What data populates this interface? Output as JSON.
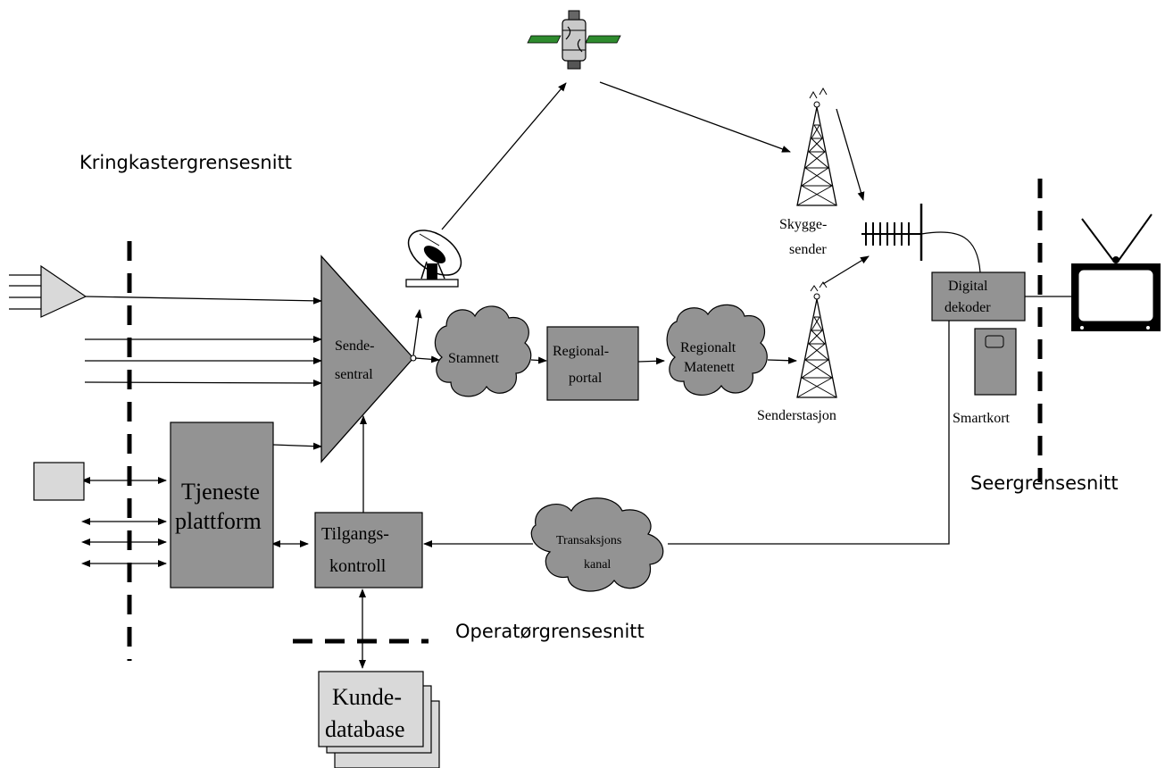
{
  "interfaces": {
    "broadcaster": "Kringkastergrensesnitt",
    "viewer": "Seergrensesnitt",
    "operator": "Operatørgrensesnitt"
  },
  "nodes": {
    "sendesentral_1": "Sende-",
    "sendesentral_2": "sentral",
    "stamnett": "Stamnett",
    "regionalportal_1": "Regional-",
    "regionalportal_2": "portal",
    "regionalt_matenett_1": "Regionalt",
    "regionalt_matenett_2": "Matenett",
    "senderstasjon": "Senderstasjon",
    "skyggesender_1": "Skygge-",
    "skyggesender_2": "sender",
    "digital_dekoder_1": "Digital",
    "digital_dekoder_2": "dekoder",
    "smartkort": "Smartkort",
    "tjeneste_1": "Tjeneste",
    "tjeneste_2": "plattform",
    "tilgangs_1": "Tilgangs-",
    "tilgangs_2": "kontroll",
    "transaksjons_1": "Transaksjons",
    "transaksjons_2": "kanal",
    "kundedatabase_1": "Kunde-",
    "kundedatabase_2": "database"
  },
  "colors": {
    "box_fill": "#939393",
    "light_fill": "#d9d9d9",
    "line": "#000000"
  }
}
